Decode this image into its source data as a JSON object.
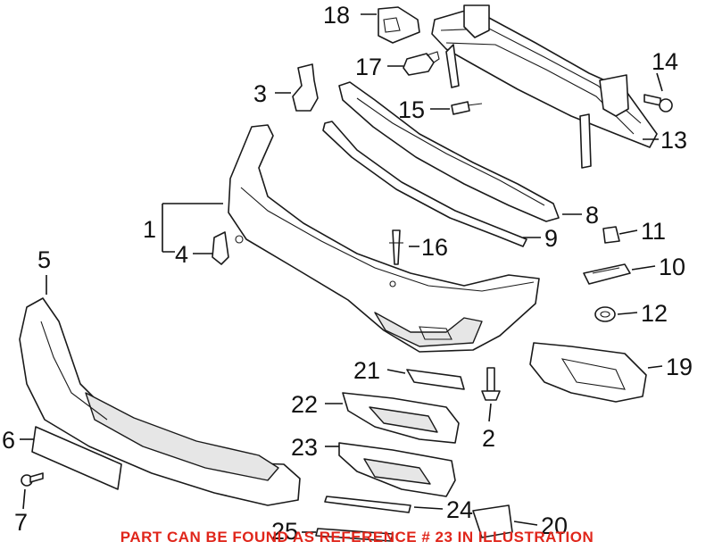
{
  "callouts": {
    "c1": "1",
    "c2": "2",
    "c3": "3",
    "c4": "4",
    "c5": "5",
    "c6": "6",
    "c7": "7",
    "c8": "8",
    "c9": "9",
    "c10": "10",
    "c11": "11",
    "c12": "12",
    "c13": "13",
    "c14": "14",
    "c15": "15",
    "c16": "16",
    "c17": "17",
    "c18": "18",
    "c19": "19",
    "c20": "20",
    "c21": "21",
    "c22": "22",
    "c23": "23",
    "c24": "24",
    "c25": "25"
  },
  "footer": {
    "text": "PART CAN BE FOUND AS REFERENCE # 23 IN ILLUSTRATION",
    "color": "#e0261b"
  },
  "colors": {
    "line": "#1a1a1a",
    "callout_text": "#111111",
    "background": "#ffffff"
  }
}
